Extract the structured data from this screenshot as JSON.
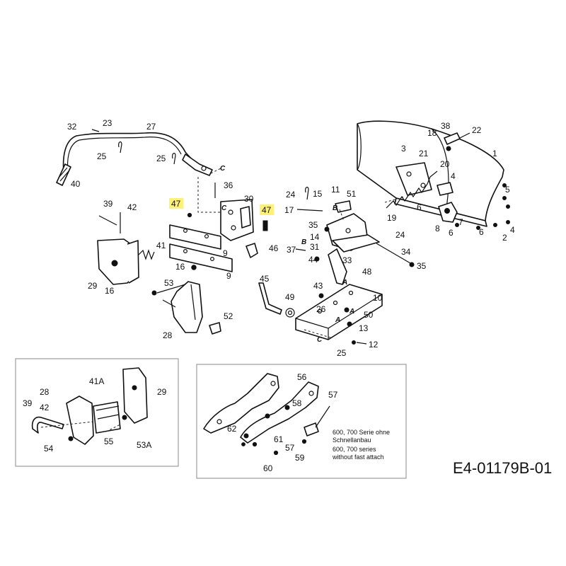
{
  "diagram": {
    "reference_code": "E4-01179B-01",
    "highlight_color": "#fff176",
    "inset_note": [
      "600, 700 Serie ohne",
      "Schnellanbau",
      "600, 700 series",
      "without fast attach"
    ],
    "callouts": {
      "c1": "1",
      "c2": "2",
      "c3": "3",
      "c4": "4",
      "c4b": "4",
      "c5": "5",
      "c6a": "6",
      "c6b": "6",
      "c6c": "6",
      "c7": "7",
      "c8": "8",
      "c9a": "9",
      "c9b": "9",
      "c10": "10",
      "c11": "11",
      "c12": "12",
      "c13": "13",
      "c14": "14",
      "c15": "15",
      "c16a": "16",
      "c16b": "16",
      "c17": "17",
      "c18": "18",
      "c19": "19",
      "c20": "20",
      "c21": "21",
      "c22": "22",
      "c23": "23",
      "c24a": "24",
      "c24b": "24",
      "c25a": "25",
      "c25b": "25",
      "c25c": "25",
      "c26": "26",
      "c27": "27",
      "c28a": "28",
      "c28b": "28",
      "c29a": "29",
      "c29b": "29",
      "c30": "30",
      "c31": "31",
      "c32": "32",
      "c33": "33",
      "c34": "34",
      "c35a": "35",
      "c35b": "35",
      "c36": "36",
      "c37": "37",
      "c38": "38",
      "c39a": "39",
      "c39b": "39",
      "c40": "40",
      "c41": "41",
      "c41a": "41A",
      "c42a": "42",
      "c42b": "42",
      "c43": "43",
      "c44": "44",
      "c45": "45",
      "c46": "46",
      "c47a": "47",
      "c47b": "47",
      "c48": "48",
      "c49": "49",
      "c50": "50",
      "c51": "51",
      "c52": "52",
      "c53": "53",
      "c53a": "53A",
      "c54": "54",
      "c55": "55",
      "c56": "56",
      "c57a": "57",
      "c57b": "57",
      "c58": "58",
      "c59": "59",
      "c60": "60",
      "c61": "61",
      "c62": "62"
    },
    "letters": {
      "la1": "A",
      "la2": "A",
      "la3": "A",
      "lb1": "B",
      "lb2": "B",
      "lc1": "C",
      "lc2": "C",
      "lc3": "C"
    }
  }
}
